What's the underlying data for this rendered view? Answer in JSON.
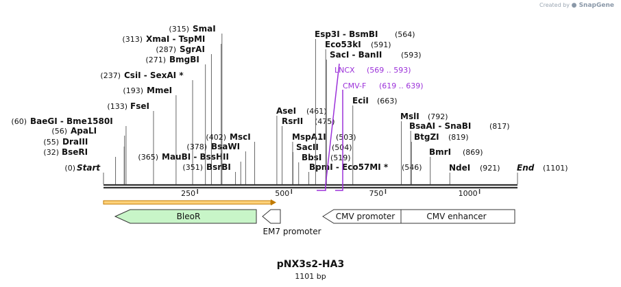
{
  "credit": {
    "prefix": "Created by",
    "brand": "SnapGene"
  },
  "plasmid": {
    "name": "pNX3s2-HA3",
    "length_label": "1101 bp",
    "length": 1101
  },
  "colors": {
    "backbone": "#333333",
    "feature_label": "#9b30d9",
    "orf_fill": "#ffd27a",
    "orf_stroke": "#c07a00",
    "bleo_fill": "#c8f5c8",
    "bleo_stroke": "#333333",
    "promoter_fill": "#ffffff"
  },
  "ruler": [
    {
      "pos": 250,
      "label": "250"
    },
    {
      "pos": 500,
      "label": "500"
    },
    {
      "pos": 750,
      "label": "750"
    },
    {
      "pos": 1000,
      "label": "1000"
    }
  ],
  "sites": [
    {
      "id": "start",
      "name": "Start",
      "pos": 0,
      "label": "(0)",
      "italic": true
    },
    {
      "id": "bseri",
      "name": "BseRI",
      "pos": 32,
      "label": "(32)"
    },
    {
      "id": "draiii",
      "name": "DraIII",
      "pos": 55,
      "label": "(55)"
    },
    {
      "id": "apali",
      "name": "ApaLI",
      "pos": 56,
      "label": "(56)"
    },
    {
      "id": "baegi",
      "name": "BaeGI  -  Bme1580I",
      "pos": 60,
      "label": "(60)"
    },
    {
      "id": "fsei",
      "name": "FseI",
      "pos": 133,
      "label": "(133)"
    },
    {
      "id": "mmei",
      "name": "MmeI",
      "pos": 193,
      "label": "(193)"
    },
    {
      "id": "csii",
      "name": "CsiI  -  SexAI *",
      "pos": 237,
      "label": "(237)"
    },
    {
      "id": "maubi",
      "name": "MauBI  -  BssHII",
      "pos": 365,
      "label": "(365)"
    },
    {
      "id": "bmgbi",
      "name": "BmgBI",
      "pos": 271,
      "label": "(271)"
    },
    {
      "id": "sgrai",
      "name": "SgrAI",
      "pos": 287,
      "label": "(287)"
    },
    {
      "id": "xmai",
      "name": "XmaI  -  TspMI",
      "pos": 313,
      "label": "(313)"
    },
    {
      "id": "smai",
      "name": "SmaI",
      "pos": 315,
      "label": "(315)"
    },
    {
      "id": "bsrbi",
      "name": "BsrBI",
      "pos": 351,
      "label": "(351)"
    },
    {
      "id": "bsawi",
      "name": "BsaWI",
      "pos": 378,
      "label": "(378)"
    },
    {
      "id": "msci",
      "name": "MscI",
      "pos": 402,
      "label": "(402)"
    },
    {
      "id": "asei",
      "name": "AseI",
      "pos": 461,
      "label": "(461)"
    },
    {
      "id": "rsrii",
      "name": "RsrII",
      "pos": 475,
      "label": "(475)"
    },
    {
      "id": "mspa1i",
      "name": "MspA1I",
      "pos": 503,
      "label": "(503)"
    },
    {
      "id": "saci_b",
      "name": "SacII",
      "pos": 504,
      "label": "(504)"
    },
    {
      "id": "bbsi",
      "name": "BbsI",
      "pos": 519,
      "label": "(519)"
    },
    {
      "id": "bpmi",
      "name": "BpmI  -  Eco57MI *",
      "pos": 546,
      "label": "(546)"
    },
    {
      "id": "esp3i",
      "name": "Esp3I  -  BsmBI",
      "pos": 564,
      "label": "(564)"
    },
    {
      "id": "eco53ki",
      "name": "Eco53kI",
      "pos": 591,
      "label": "(591)"
    },
    {
      "id": "saci",
      "name": "SacI  -  BanII",
      "pos": 593,
      "label": "(593)"
    },
    {
      "id": "ecii",
      "name": "EciI",
      "pos": 663,
      "label": "(663)"
    },
    {
      "id": "msli",
      "name": "MslI",
      "pos": 792,
      "label": "(792)"
    },
    {
      "id": "bsaai",
      "name": "BsaAI  -  SnaBI",
      "pos": 817,
      "label": "(817)"
    },
    {
      "id": "btgzi",
      "name": "BtgZI",
      "pos": 819,
      "label": "(819)"
    },
    {
      "id": "bmri",
      "name": "BmrI",
      "pos": 869,
      "label": "(869)"
    },
    {
      "id": "ndei",
      "name": "NdeI",
      "pos": 921,
      "label": "(921)"
    },
    {
      "id": "end",
      "name": "End",
      "pos": 1101,
      "label": "(1101)",
      "italic": true
    }
  ],
  "primers": [
    {
      "name": "LNCX",
      "range": "(569 .. 593)"
    },
    {
      "name": "CMV-F",
      "range": "(619 .. 639)"
    }
  ],
  "features": [
    {
      "name": "BleoR",
      "type": "CDS",
      "direction": "reverse"
    },
    {
      "name": "EM7 promoter",
      "type": "promoter",
      "direction": "reverse"
    },
    {
      "name": "CMV promoter",
      "type": "promoter",
      "direction": "reverse"
    },
    {
      "name": "CMV enhancer",
      "type": "enhancer",
      "direction": "none"
    }
  ]
}
